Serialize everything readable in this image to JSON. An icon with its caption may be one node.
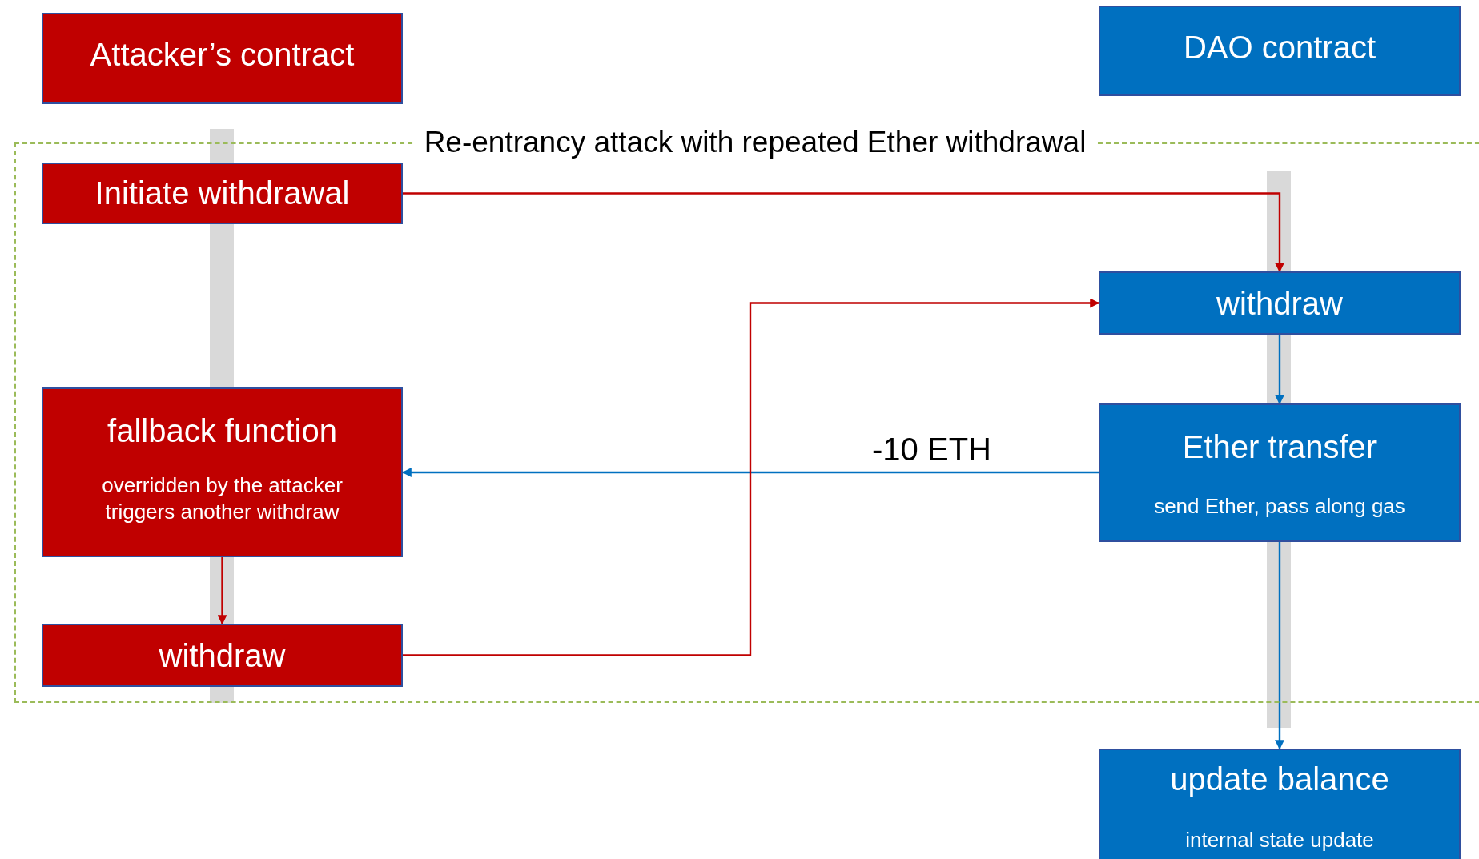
{
  "diagram": {
    "nodes": [
      {
        "text": [
          "Attacker’s contract"
        ]
      },
      {
        "text": [
          "DAO contract"
        ]
      },
      {
        "text": [
          "Re-entrancy attack with repeated Ether withdrawal"
        ]
      },
      {
        "text": [
          "Initiate withdrawal"
        ],
        "in": 2
      },
      {
        "text": [
          "fallback function",
          "overridden by the attacker triggers another withdraw"
        ],
        "in": 2
      },
      {
        "text": [
          "withdraw"
        ],
        "in": 2
      },
      {
        "text": [
          "withdraw"
        ],
        "in": 2
      },
      {
        "text": [
          "Ether transfer",
          "send Ether, pass along gas"
        ],
        "in": 2
      },
      {
        "text": [
          "update balance",
          "internal state update"
        ]
      }
    ],
    "edges": [
      {
        "from": 3,
        "to": 6,
        "arrow": "to",
        "color": "#c00000"
      },
      {
        "from": 6,
        "to": 7,
        "arrow": "to",
        "color": "#0070c0"
      },
      {
        "from": 7,
        "to": 4,
        "arrow": "to",
        "label": "-10 ETH",
        "color": "#0070c0"
      },
      {
        "from": 4,
        "to": 5,
        "arrow": "to",
        "color": "#c00000"
      },
      {
        "from": 5,
        "to": 6,
        "arrow": "to",
        "color": "#c00000"
      },
      {
        "from": 7,
        "to": 8,
        "arrow": "to",
        "color": "#0070c0"
      }
    ]
  }
}
